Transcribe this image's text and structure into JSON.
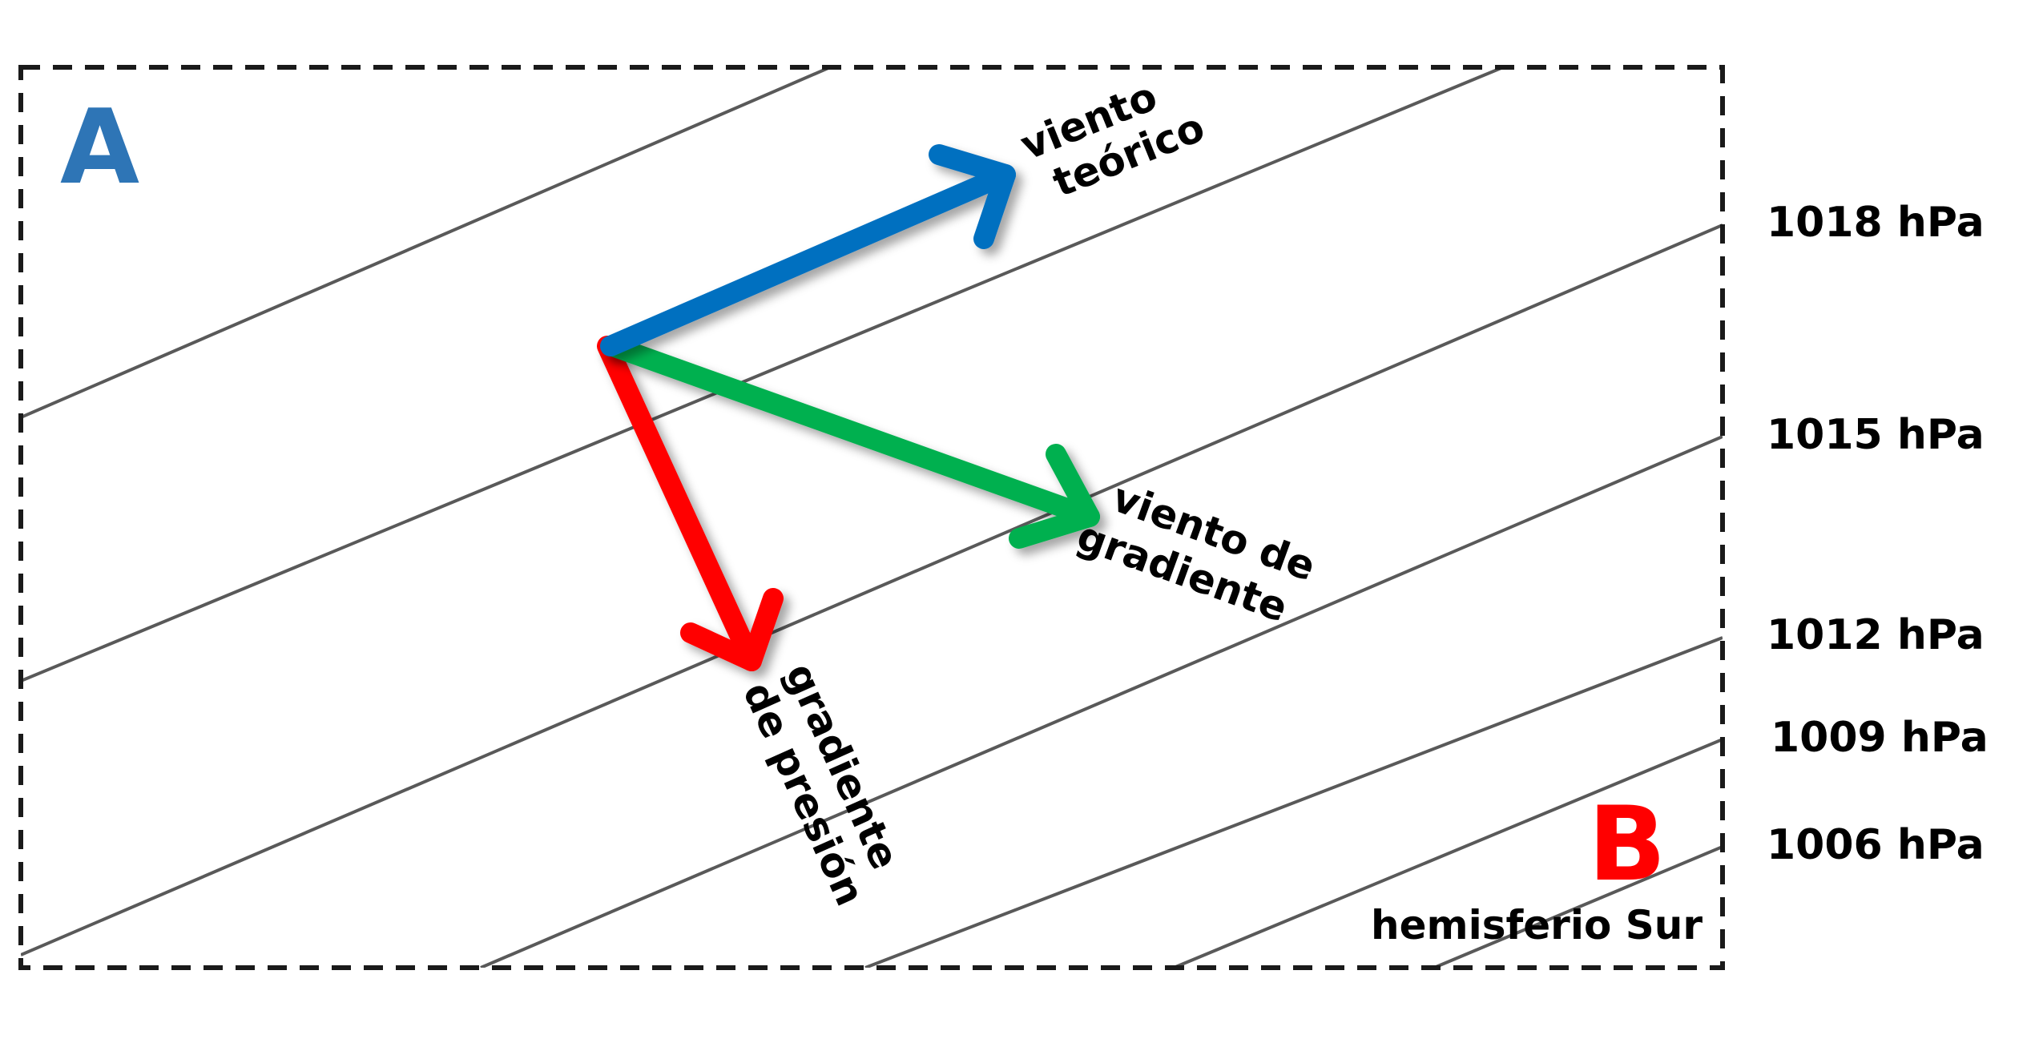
{
  "high_label": "A",
  "low_label": "B",
  "hemisphere_label": "hemisferio Sur",
  "isobars": [
    {
      "label": "1018 hPa"
    },
    {
      "label": "1015 hPa"
    },
    {
      "label": "1012 hPa"
    },
    {
      "label": "1009 hPa"
    },
    {
      "label": "1006 hPa"
    }
  ],
  "vectors": {
    "theoretical_wind": {
      "line1": "viento",
      "line2": "teórico"
    },
    "gradient_wind": {
      "line1": "viento de",
      "line2": "gradiente"
    },
    "pressure_gradient": {
      "line1": "gradiente",
      "line2": "de presión"
    }
  },
  "colors": {
    "high": "#2e75b6",
    "low": "#ff0000",
    "theoretical_wind": "#0070c0",
    "gradient_wind": "#00b050",
    "pressure_gradient": "#ff0000",
    "isobar": "#595959",
    "frame": "#1a1a1a"
  }
}
